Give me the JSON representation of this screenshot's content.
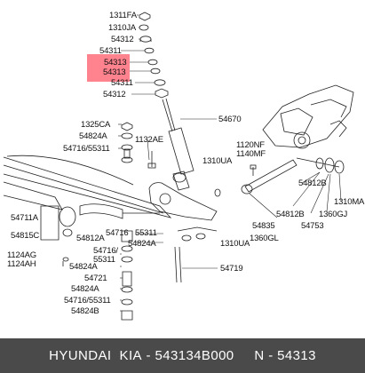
{
  "footer": {
    "brand": "HYUNDAI  KIA",
    "sep1": " - ",
    "part_number": "543134B000",
    "sep2": "     N - ",
    "ref_number": "54313"
  },
  "labels": {
    "l_1311fa": "1311FA",
    "l_1310ja": "1310JA",
    "l_54312_top": "54312",
    "l_54311_top": "54311",
    "l_54313_a": "54313",
    "l_54313_b": "54313",
    "l_54311_bot": "54311",
    "l_54312_bot": "54312",
    "l_54670": "54670",
    "l_1325ca": "1325CA",
    "l_54824a_1": "54824A",
    "l_54716_1": "54716/55311",
    "l_1132ae": "1132AE",
    "l_1310ua_1": "1310UA",
    "l_1120nf": "1120NF",
    "l_1140mf": "1140MF",
    "l_54812b_1": "54812B",
    "l_1310ma": "1310MA",
    "l_54812b_2": "54812B",
    "l_1360gj": "1360GJ",
    "l_54753": "54753",
    "l_54835": "54835",
    "l_1360gl": "1360GL",
    "l_54711a": "54711A",
    "l_54815c": "54815C",
    "l_54812a": "54812A",
    "l_54716_2": "54716",
    "l_55311_1": "55311",
    "l_54824a_2": "54824A",
    "l_1310ua_2": "1310UA",
    "l_54716_3": "54716/",
    "l_55311_2": "55311",
    "l_1124ag": "1124AG",
    "l_1124ah": "1124AH",
    "l_54824a_3": "54824A",
    "l_54721": "54721",
    "l_54824a_4": "54824A",
    "l_54716_4": "54716/55311",
    "l_54824b": "54824B",
    "l_54719": "54719"
  }
}
